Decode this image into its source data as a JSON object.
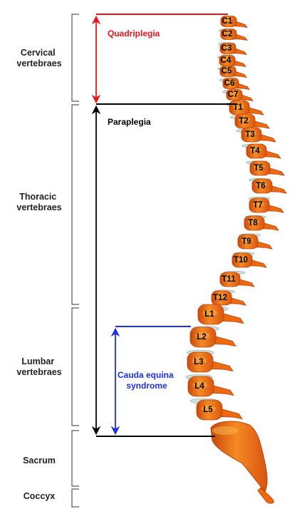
{
  "regions": {
    "cervical": [
      "Cervical",
      "vertebraes"
    ],
    "thoracic": [
      "Thoracic",
      "vertebraes"
    ],
    "lumbar": [
      "Lumbar",
      "vertebraes"
    ],
    "sacrum": "Sacrum",
    "coccyx": "Coccyx"
  },
  "injuries": {
    "quadriplegia": {
      "label": "Quadriplegia",
      "color": "#e8141b"
    },
    "paraplegia": {
      "label": "Paraplegia",
      "color": "#000000"
    },
    "cauda": {
      "label": [
        "Cauda equina",
        "syndrome"
      ],
      "color": "#1a2fe6"
    }
  },
  "vertebrae": [
    "C1",
    "C2",
    "C3",
    "C4",
    "C5",
    "C6",
    "C7",
    "T1",
    "T2",
    "T3",
    "T4",
    "T5",
    "T6",
    "T7",
    "T8",
    "T9",
    "T10",
    "T11",
    "T12",
    "L1",
    "L2",
    "L3",
    "L4",
    "L5"
  ],
  "colors": {
    "bone": "#ee6a10",
    "bone_dark": "#b8400a",
    "bone_light": "#f7b04a",
    "disc": "#cfe0d8"
  }
}
